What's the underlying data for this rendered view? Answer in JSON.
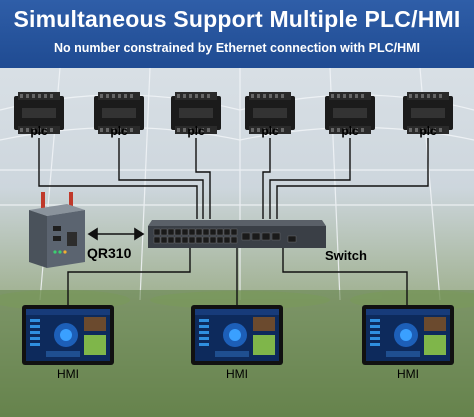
{
  "header": {
    "title": "Simultaneous Support Multiple PLC/HMI",
    "subtitle": "No number constrained by Ethernet connection with PLC/HMI"
  },
  "plcs": [
    {
      "label": "plc"
    },
    {
      "label": "plc"
    },
    {
      "label": "plc"
    },
    {
      "label": "plc"
    },
    {
      "label": "plc"
    },
    {
      "label": "plc"
    }
  ],
  "router": {
    "label": "QR310"
  },
  "switch": {
    "label": "Switch"
  },
  "hmis": [
    {
      "label": "HMI"
    },
    {
      "label": "HMI"
    },
    {
      "label": "HMI"
    }
  ],
  "colors": {
    "header_bg": "#2458a0",
    "wire": "#111111",
    "device_dark": "#1b1b1b",
    "router_body": "#5b6470",
    "switch_body": "#3a3f46"
  }
}
